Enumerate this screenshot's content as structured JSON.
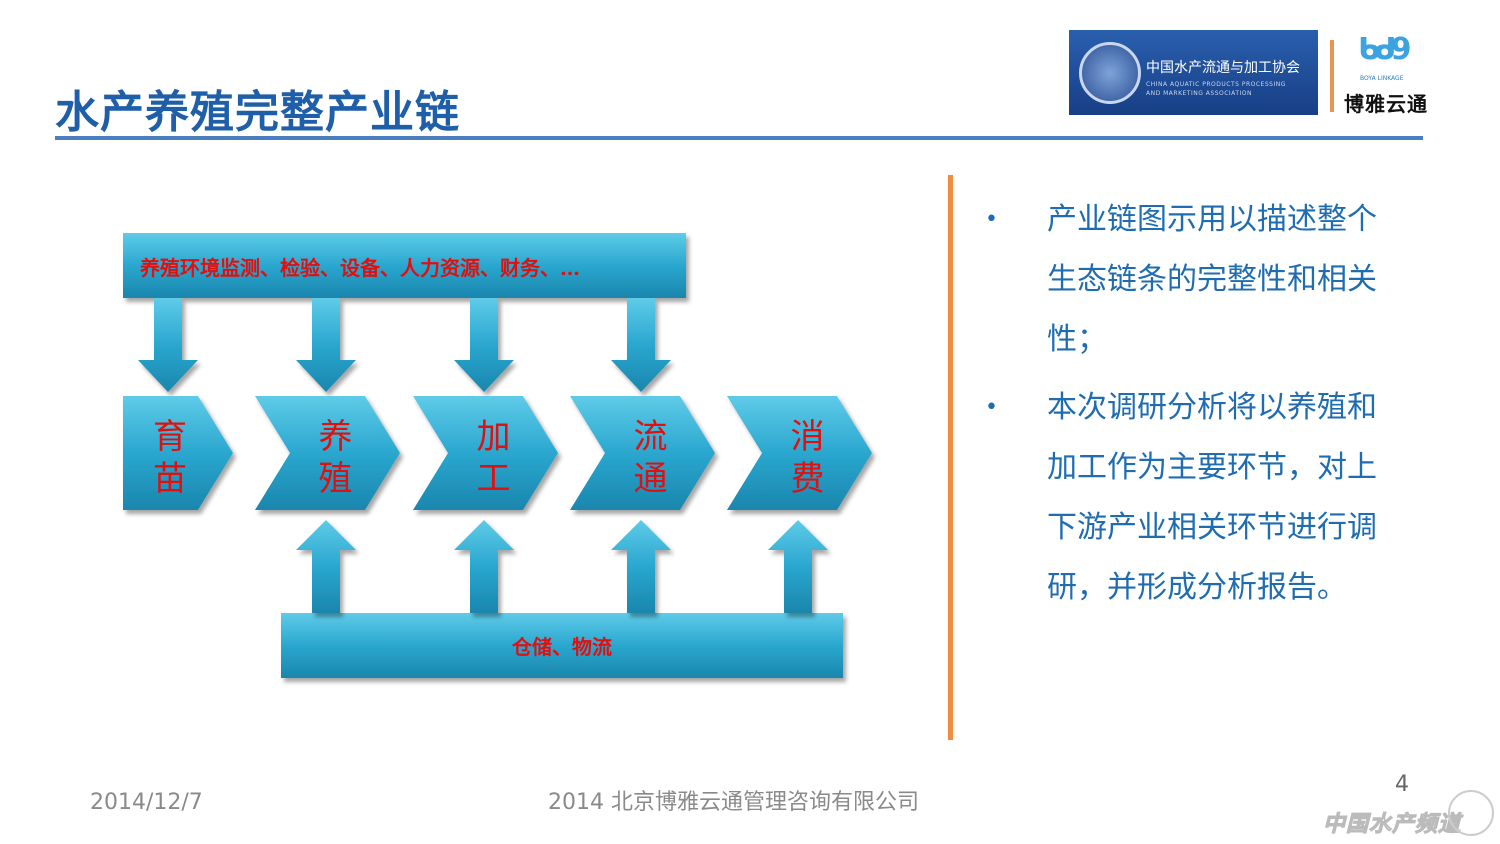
{
  "header": {
    "title": "水产养殖完整产业链",
    "assoc_logo": {
      "cn": "中国水产流通与加工协会",
      "en_line1": "CHINA AQUATIC PRODUCTS PROCESSING",
      "en_line2": "AND MARKETING ASSOCIATION"
    },
    "boya_logo": {
      "en": "BOYA LINKAGE",
      "cn": "博雅云通"
    }
  },
  "diagram": {
    "top_bar": "养殖环境监测、检验、设备、人力资源、财务、…",
    "stages": [
      {
        "l1": "育",
        "l2": "苗"
      },
      {
        "l1": "养",
        "l2": "殖"
      },
      {
        "l1": "加",
        "l2": "工"
      },
      {
        "l1": "流",
        "l2": "通"
      },
      {
        "l1": "消",
        "l2": "费"
      }
    ],
    "bottom_bar": "仓储、物流"
  },
  "bullets": [
    {
      "marker": "•",
      "text": "产业链图示用以描述整个生态链条的完整性和相关性；"
    },
    {
      "marker": "•",
      "text": "本次调研分析将以养殖和加工作为主要环节，对上下游产业相关环节进行调研，并形成分析报告。"
    }
  ],
  "footer": {
    "date": "2014/12/7",
    "company": "2014 北京博雅云通管理咨询有限公司",
    "page": "4",
    "watermark": "中国水产频道"
  },
  "colors": {
    "title": "#1f5ea8",
    "shape": "#2ba6cc",
    "label": "#e01010",
    "accent": "#ef8e3e"
  }
}
